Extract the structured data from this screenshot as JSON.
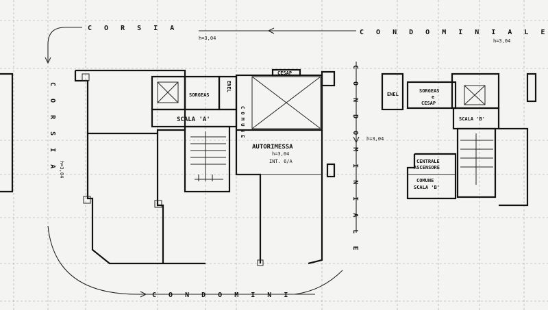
{
  "labels": {
    "top_left": "C O R S I A",
    "top_right": "C O N D O M I N I A L E",
    "left_vertical": "C O R S I A",
    "bottom": "C O N D O M I N I",
    "right_vertical": "C O N D O M I N I A L E",
    "center_vertical": "C O M U N E",
    "enel_a": "ENEL",
    "sorgeas_a": "SORGEAS",
    "scala_a": "SCALA 'A'",
    "cesap_top": "CESAP",
    "autorimessa": "AUTORIMESSA",
    "autorimessa_h": "h=3,04",
    "autorimessa_int": "INT. 6/A",
    "enel_b": "ENEL",
    "sorgeas_b_1": "SORGEAS",
    "sorgeas_b_2": "e",
    "sorgeas_b_3": "CESAP",
    "scala_b": "SCALA 'B'",
    "centrale_1": "CENTRALE",
    "centrale_2": "ASCENSORE",
    "comune_b_1": "COMUNE",
    "comune_b_2": "SCALA 'B'"
  },
  "dimensions": {
    "h_top_left": "h=3,04",
    "h_top_right": "h=3,04",
    "h_right_mid": "h=3,04",
    "h_left": "h=3,04"
  },
  "colors": {
    "paper": "#f4f4f2",
    "ink": "#111111",
    "grid": "#555555"
  }
}
